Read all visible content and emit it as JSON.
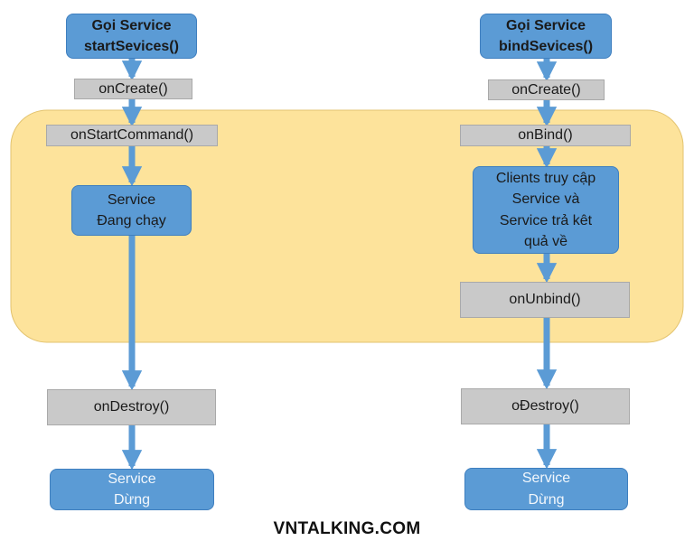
{
  "left_flow": {
    "start_node": "Gọi Service\nstartSevices()",
    "on_create": "onCreate()",
    "on_start_command": "onStartCommand()",
    "running": "Service\nĐang chạy",
    "on_destroy": "onDestroy()",
    "stopped": "Service\nDừng"
  },
  "right_flow": {
    "start_node": "Gọi Service\nbindSevices()",
    "on_create": "onCreate()",
    "on_bind": "onBind()",
    "clients": "Clients truy cập\nService và\nService trả kêt\nquả về",
    "on_unbind": "onUnbind()",
    "on_destroy": "oĐestroy()",
    "stopped": "Service\nDừng"
  },
  "footer": "VNTALKING.COM",
  "colors": {
    "active_region": "#fde39b",
    "blue_node": "#5b9bd5",
    "gray_node": "#c9c9c9",
    "arrow": "#5b9bd5"
  }
}
